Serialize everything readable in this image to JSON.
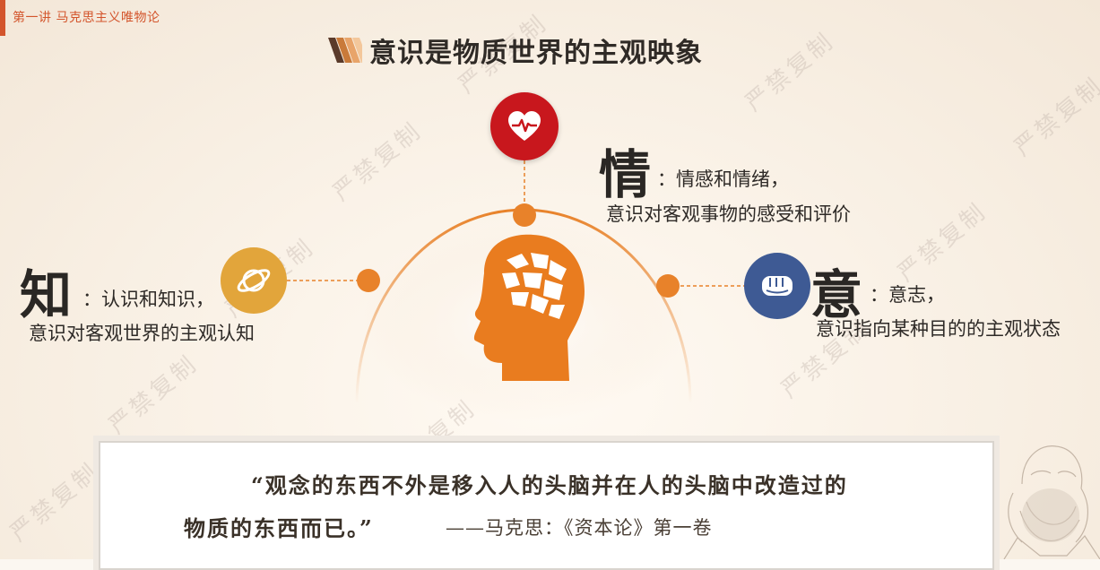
{
  "header": {
    "section_label": "第一讲 马克思主义唯物论"
  },
  "title": "意识是物质世界的主观映象",
  "feeling": {
    "char": "情",
    "line1": "：情感和情绪，",
    "line2": "意识对客观事物的感受和评价",
    "icon": "heart-pulse-icon",
    "color": "#c8171d"
  },
  "knowing": {
    "char": "知",
    "line1": "：认识和知识，",
    "line2": "意识对客观世界的主观认知",
    "icon": "planet-icon",
    "color": "#e2a53b"
  },
  "will": {
    "char": "意",
    "line1": "：意志，",
    "line2": "意识指向某种目的的主观状态",
    "icon": "fist-icon",
    "color": "#3e5a94"
  },
  "quote": {
    "line1": "“观念的东西不外是移入人的头脑并在人的头脑中改造过的",
    "line2": "物质的东西而已。”",
    "source": "——马克思：《资本论》第一卷"
  },
  "watermark": "严禁复制",
  "accent_color": "#e8822a"
}
